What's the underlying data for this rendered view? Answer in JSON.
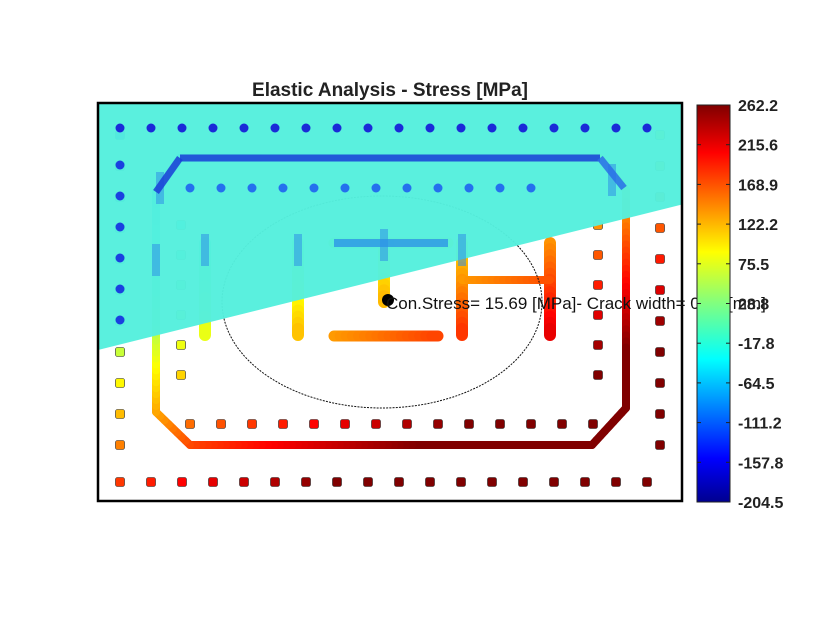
{
  "chart_data": {
    "type": "heatmap",
    "title": "Elastic Analysis - Stress [MPa]",
    "colorbar": {
      "colormap": "jet",
      "range": [
        -204.5,
        262.2
      ],
      "tick_labels": [
        "262.2",
        "215.6",
        "168.9",
        "122.2",
        "75.5",
        "28.8",
        "-17.8",
        "-64.5",
        "-111.2",
        "-157.8",
        "-204.5"
      ]
    },
    "annotation": "Con.Stress= 15.69 [MPa]-  Crack width= 0.23 [mm]",
    "grid": false,
    "legend": "none"
  }
}
